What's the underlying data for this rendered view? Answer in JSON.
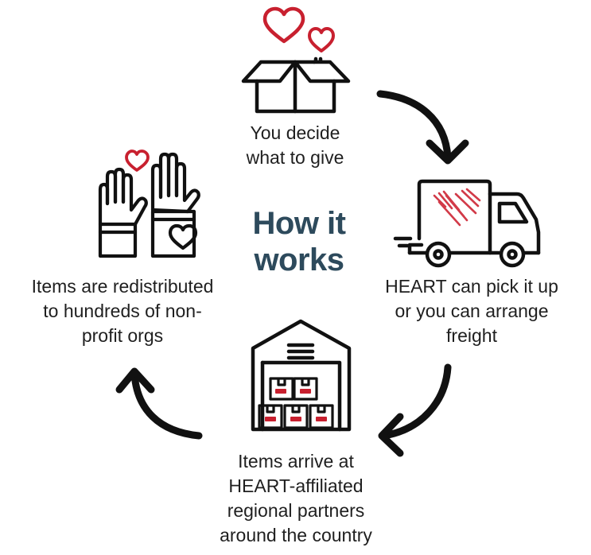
{
  "title": "How it\nworks",
  "steps": [
    {
      "text": "You decide\nwhat to give",
      "icon": "open-box-hearts-icon"
    },
    {
      "text": "HEART can pick it up\nor you can arrange\nfreight",
      "icon": "delivery-truck-icon"
    },
    {
      "text": "Items arrive at\nHEART-affiliated\nregional partners\naround the country",
      "icon": "warehouse-icon"
    },
    {
      "text": "Items are redistributed\nto hundreds of non-\nprofit orgs",
      "icon": "raised-hands-heart-icon"
    }
  ],
  "colors": {
    "title": "#2d4a5c",
    "accent": "#c8202f",
    "stroke": "#111111",
    "text": "#1f1f1f"
  }
}
